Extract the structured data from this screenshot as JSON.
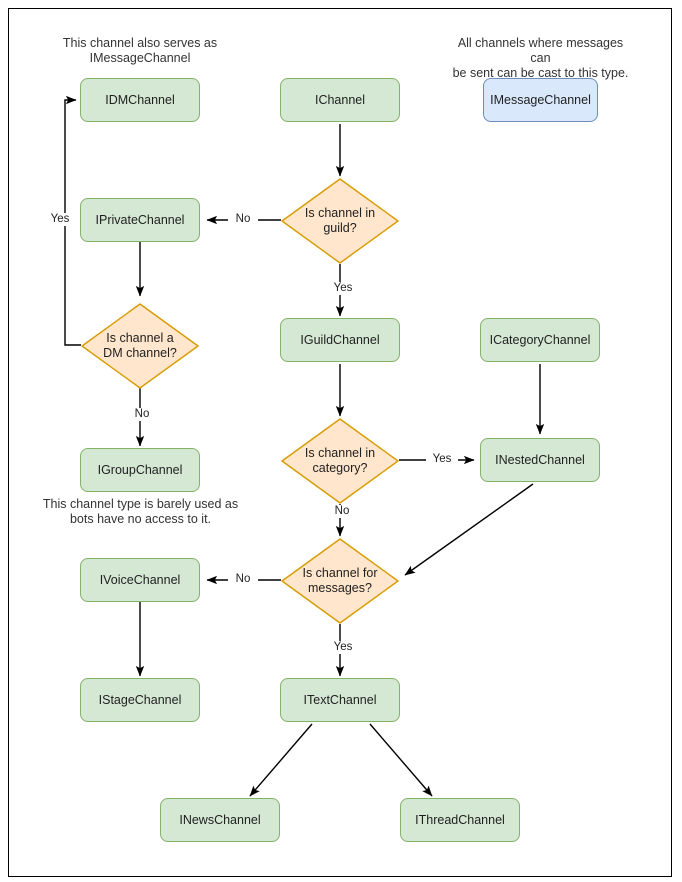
{
  "diagram": {
    "title": "Discord channel interface type decision flowchart",
    "colors": {
      "green_fill": "#d5e8d4",
      "green_stroke": "#82b366",
      "blue_fill": "#dae8fc",
      "blue_stroke": "#6c8ebf",
      "diamond_fill": "#ffe6cc",
      "diamond_stroke": "#d79b00",
      "edge_stroke": "#000000",
      "text": "#1f1f1f",
      "frame": "#000000"
    },
    "captions": [
      {
        "id": "caption-dm",
        "text": "This channel also serves as\nIMessageChannel"
      },
      {
        "id": "caption-message",
        "text": "All channels where messages can\nbe sent can be cast to this type."
      },
      {
        "id": "caption-group",
        "text": "This channel type is barely used as\nbots have no access to it."
      }
    ],
    "nodes": [
      {
        "id": "idmchannel",
        "label": "IDMChannel",
        "shape": "box",
        "color": "green"
      },
      {
        "id": "ichannel",
        "label": "IChannel",
        "shape": "box",
        "color": "green"
      },
      {
        "id": "imessagechannel",
        "label": "IMessageChannel",
        "shape": "box",
        "color": "blue"
      },
      {
        "id": "iprivatechannel",
        "label": "IPrivateChannel",
        "shape": "box",
        "color": "green"
      },
      {
        "id": "is-channel-in-guild",
        "label": "Is channel in\nguild?",
        "shape": "diamond"
      },
      {
        "id": "is-channel-a-dm-channel",
        "label": "Is channel a\nDM channel?",
        "shape": "diamond"
      },
      {
        "id": "iguildchannel",
        "label": "IGuildChannel",
        "shape": "box",
        "color": "green"
      },
      {
        "id": "icategorychannel",
        "label": "ICategoryChannel",
        "shape": "box",
        "color": "green"
      },
      {
        "id": "igroupchannel",
        "label": "IGroupChannel",
        "shape": "box",
        "color": "green"
      },
      {
        "id": "is-channel-in-category",
        "label": "Is channel in\ncategory?",
        "shape": "diamond"
      },
      {
        "id": "inestedchannel",
        "label": "INestedChannel",
        "shape": "box",
        "color": "green"
      },
      {
        "id": "ivoicechannel",
        "label": "IVoiceChannel",
        "shape": "box",
        "color": "green"
      },
      {
        "id": "is-channel-for-messages",
        "label": "Is channel for\nmessages?",
        "shape": "diamond"
      },
      {
        "id": "istagechannel",
        "label": "IStageChannel",
        "shape": "box",
        "color": "green"
      },
      {
        "id": "itextchannel",
        "label": "ITextChannel",
        "shape": "box",
        "color": "green"
      },
      {
        "id": "inewschannel",
        "label": "INewsChannel",
        "shape": "box",
        "color": "green"
      },
      {
        "id": "ithreadchannel",
        "label": "IThreadChannel",
        "shape": "box",
        "color": "green"
      }
    ],
    "edge_labels": {
      "guild_no": "No",
      "guild_yes": "Yes",
      "dm_yes": "Yes",
      "dm_no": "No",
      "category_yes": "Yes",
      "category_no": "No",
      "messages_no": "No",
      "messages_yes": "Yes"
    },
    "edges": [
      {
        "from": "ichannel",
        "to": "is-channel-in-guild",
        "label": ""
      },
      {
        "from": "is-channel-in-guild",
        "to": "iprivatechannel",
        "label": "No"
      },
      {
        "from": "is-channel-in-guild",
        "to": "iguildchannel",
        "label": "Yes"
      },
      {
        "from": "iprivatechannel",
        "to": "is-channel-a-dm-channel",
        "label": ""
      },
      {
        "from": "is-channel-a-dm-channel",
        "to": "idmchannel",
        "label": "Yes"
      },
      {
        "from": "is-channel-a-dm-channel",
        "to": "igroupchannel",
        "label": "No"
      },
      {
        "from": "iguildchannel",
        "to": "is-channel-in-category",
        "label": ""
      },
      {
        "from": "is-channel-in-category",
        "to": "inestedchannel",
        "label": "Yes"
      },
      {
        "from": "is-channel-in-category",
        "to": "is-channel-for-messages",
        "label": "No"
      },
      {
        "from": "icategorychannel",
        "to": "inestedchannel",
        "label": ""
      },
      {
        "from": "inestedchannel",
        "to": "is-channel-for-messages",
        "label": ""
      },
      {
        "from": "is-channel-for-messages",
        "to": "ivoicechannel",
        "label": "No"
      },
      {
        "from": "is-channel-for-messages",
        "to": "itextchannel",
        "label": "Yes"
      },
      {
        "from": "ivoicechannel",
        "to": "istagechannel",
        "label": ""
      },
      {
        "from": "itextchannel",
        "to": "inewschannel",
        "label": ""
      },
      {
        "from": "itextchannel",
        "to": "ithreadchannel",
        "label": ""
      }
    ]
  }
}
